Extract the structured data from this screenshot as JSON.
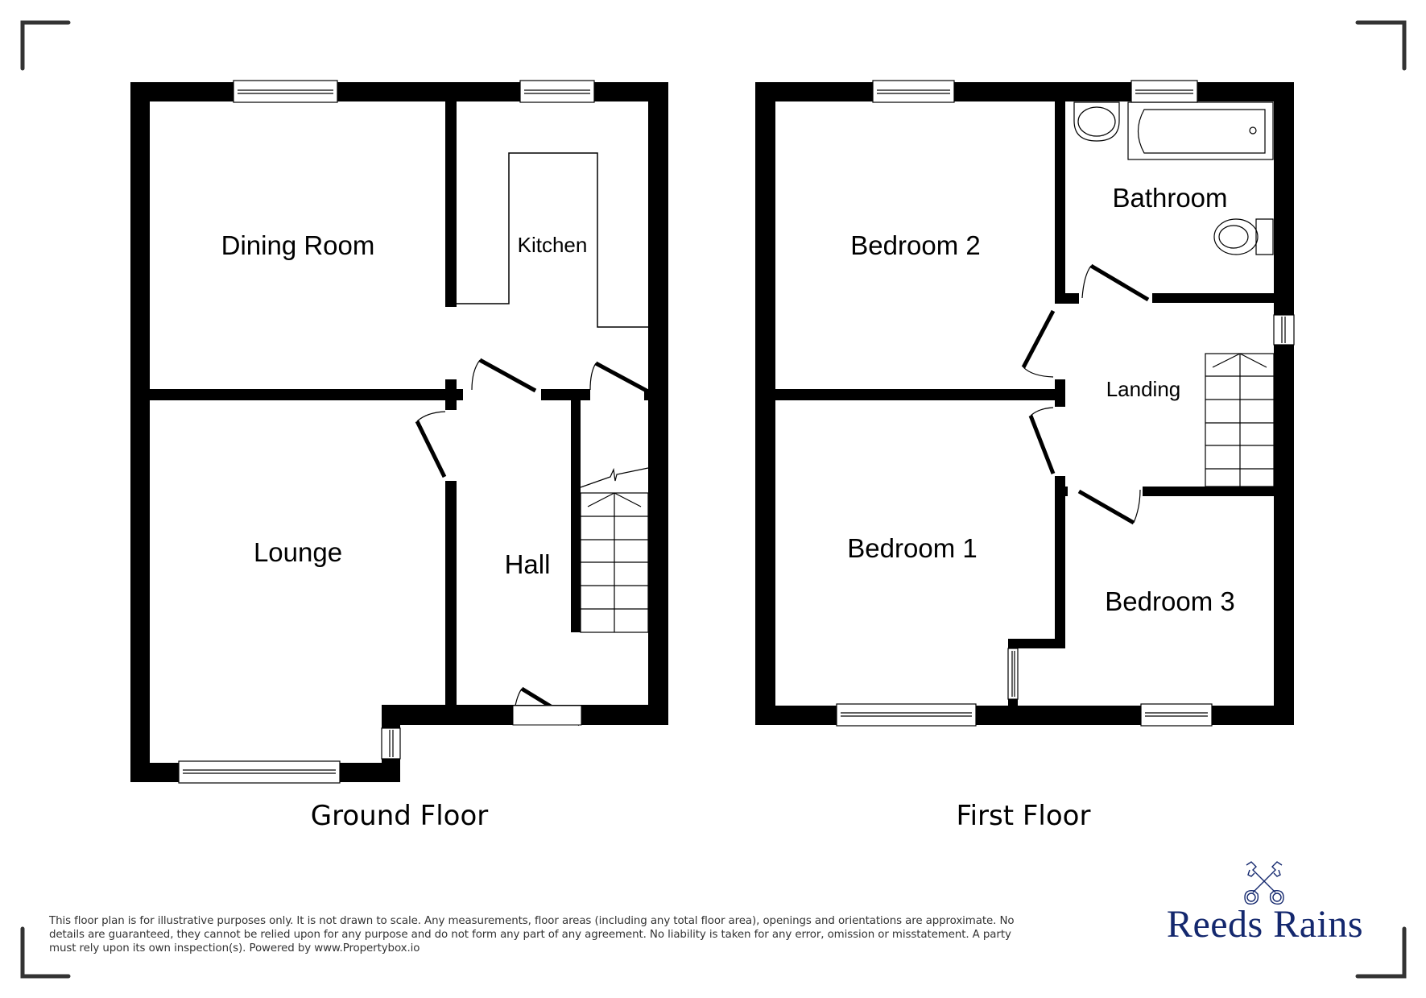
{
  "floors": {
    "ground": {
      "label": "Ground Floor",
      "rooms": [
        {
          "name": "Dining Room"
        },
        {
          "name": "Kitchen"
        },
        {
          "name": "Lounge"
        },
        {
          "name": "Hall"
        }
      ]
    },
    "first": {
      "label": "First Floor",
      "rooms": [
        {
          "name": "Bedroom 2"
        },
        {
          "name": "Bathroom"
        },
        {
          "name": "Landing"
        },
        {
          "name": "Bedroom 1"
        },
        {
          "name": "Bedroom 3"
        }
      ]
    }
  },
  "footer": {
    "disclaimer_lines": [
      "This floor plan is for illustrative purposes only. It is not drawn to scale. Any measurements, floor areas (including any total floor area), openings and orientations are approximate. No",
      "details are guaranteed, they cannot be relied upon for any purpose and do not form any part of any agreement. No liability is taken for any error, omission or misstatement. A party",
      "must rely upon its own inspection(s). Powered by www.Propertybox.io"
    ]
  },
  "brand": {
    "name": "Reeds Rains",
    "logo_icon": "crossed-keys-icon",
    "color": "#14286e"
  },
  "colors": {
    "wall": "#000000",
    "bracket": "#333333",
    "background": "#ffffff"
  }
}
